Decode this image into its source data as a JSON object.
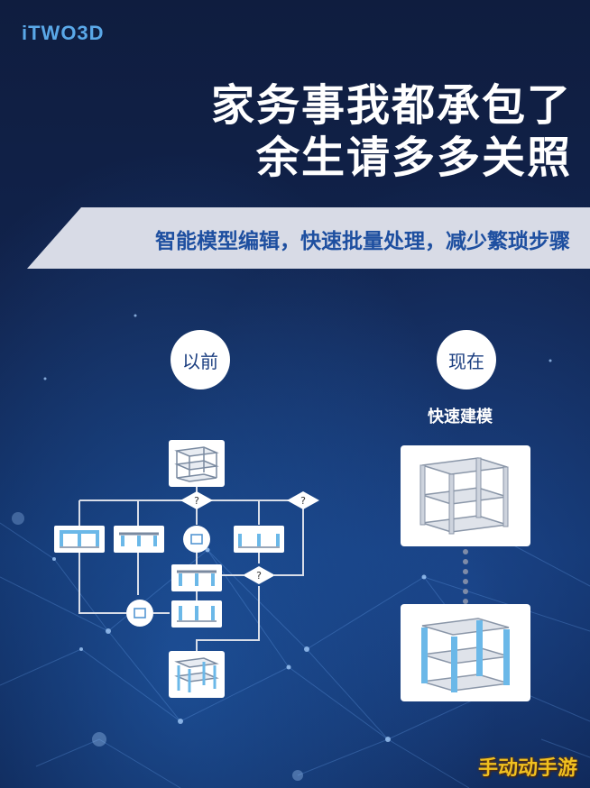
{
  "brand": {
    "logo_text": "iTWO3D"
  },
  "headline": {
    "line1": "家务事我都承包了",
    "line2": "余生请多多关照"
  },
  "banner": {
    "text": "智能模型编辑，快速批量处理，减少繁琐步骤"
  },
  "before": {
    "label": "以前"
  },
  "after": {
    "label": "现在",
    "caption": "快速建模"
  },
  "flow": {
    "decision_symbol": "?"
  },
  "watermark": {
    "text": "手动动手游"
  },
  "colors": {
    "accent": "#1e4fa0",
    "beam": "#6bb8e8",
    "background": "#0d1a3a"
  }
}
